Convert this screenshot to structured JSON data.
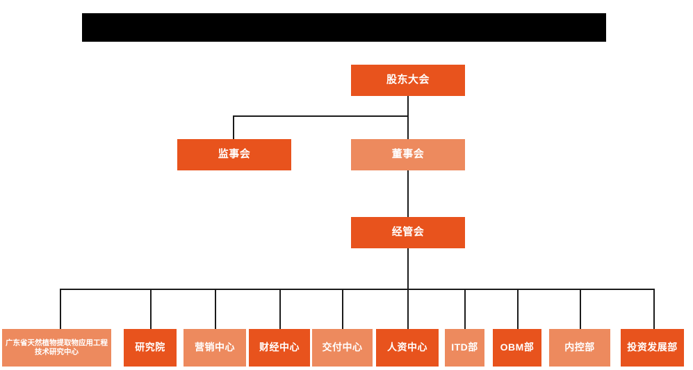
{
  "page": {
    "background_color": "#ffffff",
    "title_bar": {
      "label": "",
      "color": "#000000"
    }
  },
  "palette": {
    "dark_orange": "#E8531D",
    "light_orange": "#ED8A5E",
    "line": "#1a1a1a",
    "text": "#ffffff"
  },
  "chart": {
    "type": "org-chart",
    "levels": [
      {
        "level": 1,
        "nodes": [
          {
            "label": "股东大会",
            "shade": "dark"
          }
        ]
      },
      {
        "level": 2,
        "nodes": [
          {
            "label": "监事会",
            "shade": "dark"
          },
          {
            "label": "董事会",
            "shade": "light"
          }
        ]
      },
      {
        "level": 3,
        "nodes": [
          {
            "label": "经管会",
            "shade": "dark"
          }
        ]
      },
      {
        "level": 4,
        "nodes": [
          {
            "label": "广东省天然植物提取物应用工程技术研究中心",
            "shade": "light"
          },
          {
            "label": "研究院",
            "shade": "dark"
          },
          {
            "label": "营销中心",
            "shade": "light"
          },
          {
            "label": "财经中心",
            "shade": "dark"
          },
          {
            "label": "交付中心",
            "shade": "light"
          },
          {
            "label": "人资中心",
            "shade": "dark"
          },
          {
            "label": "ITD部",
            "shade": "light"
          },
          {
            "label": "OBM部",
            "shade": "dark"
          },
          {
            "label": "内控部",
            "shade": "light"
          },
          {
            "label": "投资发展部",
            "shade": "dark"
          }
        ]
      }
    ],
    "nodes": {
      "shareholders_meeting": "股东大会",
      "board_of_supervisors": "监事会",
      "board_of_directors": "董事会",
      "management_committee": "经管会",
      "research_center": "广东省天然植物提取物应用工程技术研究中心",
      "research_institute": "研究院",
      "marketing_center": "营销中心",
      "finance_center": "财经中心",
      "delivery_center": "交付中心",
      "hr_center": "人资中心",
      "itd_department": "ITD部",
      "obm_department": "OBM部",
      "internal_control_department": "内控部",
      "investment_development_department": "投资发展部"
    }
  }
}
